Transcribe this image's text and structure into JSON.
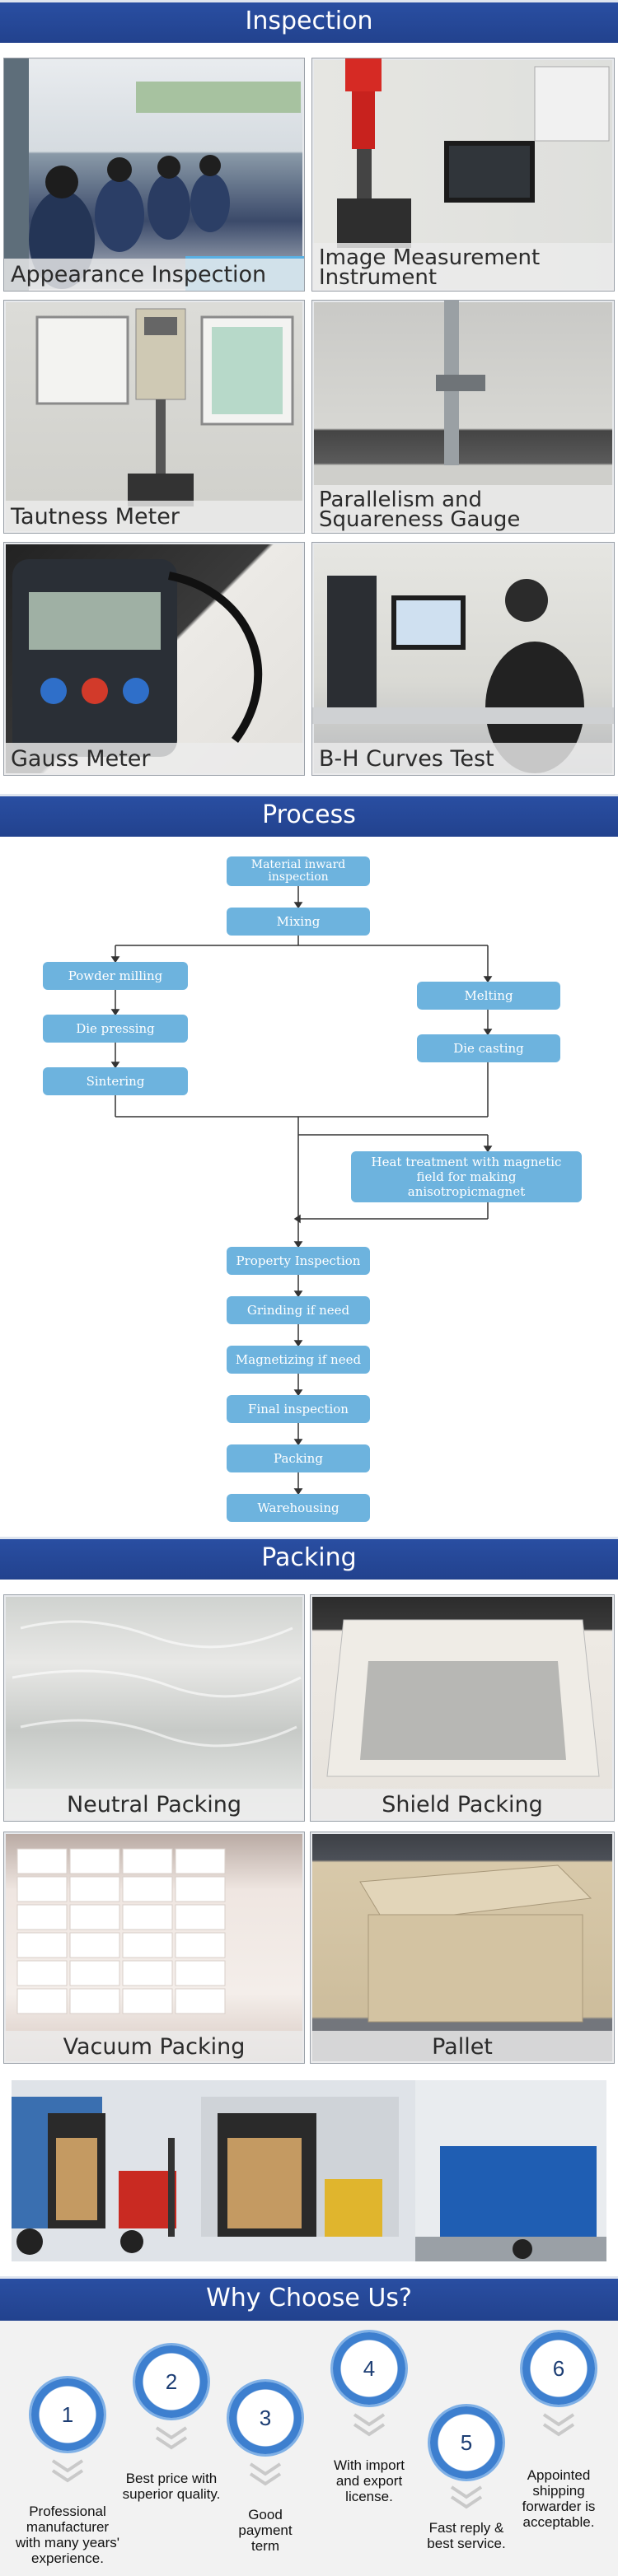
{
  "sections": {
    "inspection": "Inspection",
    "process": "Process",
    "packing": "Packing",
    "why": "Why Choose Us?"
  },
  "inspection_tiles": [
    {
      "label": "Appearance Inspection"
    },
    {
      "label_line1": "Image Measurement",
      "label_line2": "Instrument"
    },
    {
      "label": "Tautness Meter"
    },
    {
      "label_line1": "Parallelism and",
      "label_line2": "Squareness Gauge"
    },
    {
      "label": "Gauss Meter"
    },
    {
      "label": "B-H Curves Test"
    }
  ],
  "process_steps": {
    "material_inward": "Material inward inspection",
    "mixing": "Mixing",
    "powder_milling": "Powder milling",
    "die_pressing": "Die pressing",
    "sintering": "Sintering",
    "melting": "Melting",
    "die_casting": "Die casting",
    "heat_treatment": "Heat treatment with magnetic field for making anisotropicmagnet",
    "property_inspection": "Property Inspection",
    "grinding": "Grinding if need",
    "magnetizing": "Magnetizing if need",
    "final_inspection": "Final inspection",
    "packing": "Packing",
    "warehousing": "Warehousing"
  },
  "packing_tiles": [
    {
      "label": "Neutral Packing"
    },
    {
      "label": "Shield Packing"
    },
    {
      "label": "Vacuum Packing"
    },
    {
      "label": "Pallet"
    }
  ],
  "why_items": [
    {
      "num": "1",
      "text": "Professional manufacturer with many years' experience."
    },
    {
      "num": "2",
      "text": "Best price with superior quality."
    },
    {
      "num": "3",
      "text": "Good payment term"
    },
    {
      "num": "4",
      "text": "With import and export license."
    },
    {
      "num": "5",
      "text": "Fast reply & best service."
    },
    {
      "num": "6",
      "text": "Appointed shipping forwarder is acceptable."
    }
  ],
  "colors": {
    "banner": "#22428e",
    "flow_node": "#6db3de",
    "circle": "#3d7fcf"
  }
}
